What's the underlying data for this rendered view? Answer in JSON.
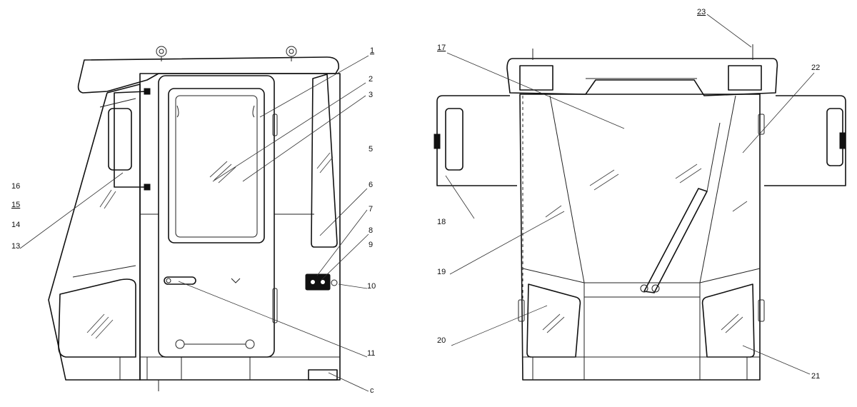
{
  "labels": {
    "l1": "1",
    "l2": "2",
    "l3": "3",
    "l5": "5",
    "l6": "6",
    "l7": "7",
    "l8": "8",
    "l9": "9",
    "l10": "10",
    "l11": "11",
    "l12": "c",
    "l13": "13",
    "l14": "14",
    "l15": "15",
    "l16": "16",
    "l17": "17",
    "l18": "18",
    "l19": "19",
    "l20": "20",
    "l21": "21",
    "l22": "22",
    "l23": "23"
  },
  "colors": {
    "line": "#111111",
    "background": "#ffffff"
  }
}
